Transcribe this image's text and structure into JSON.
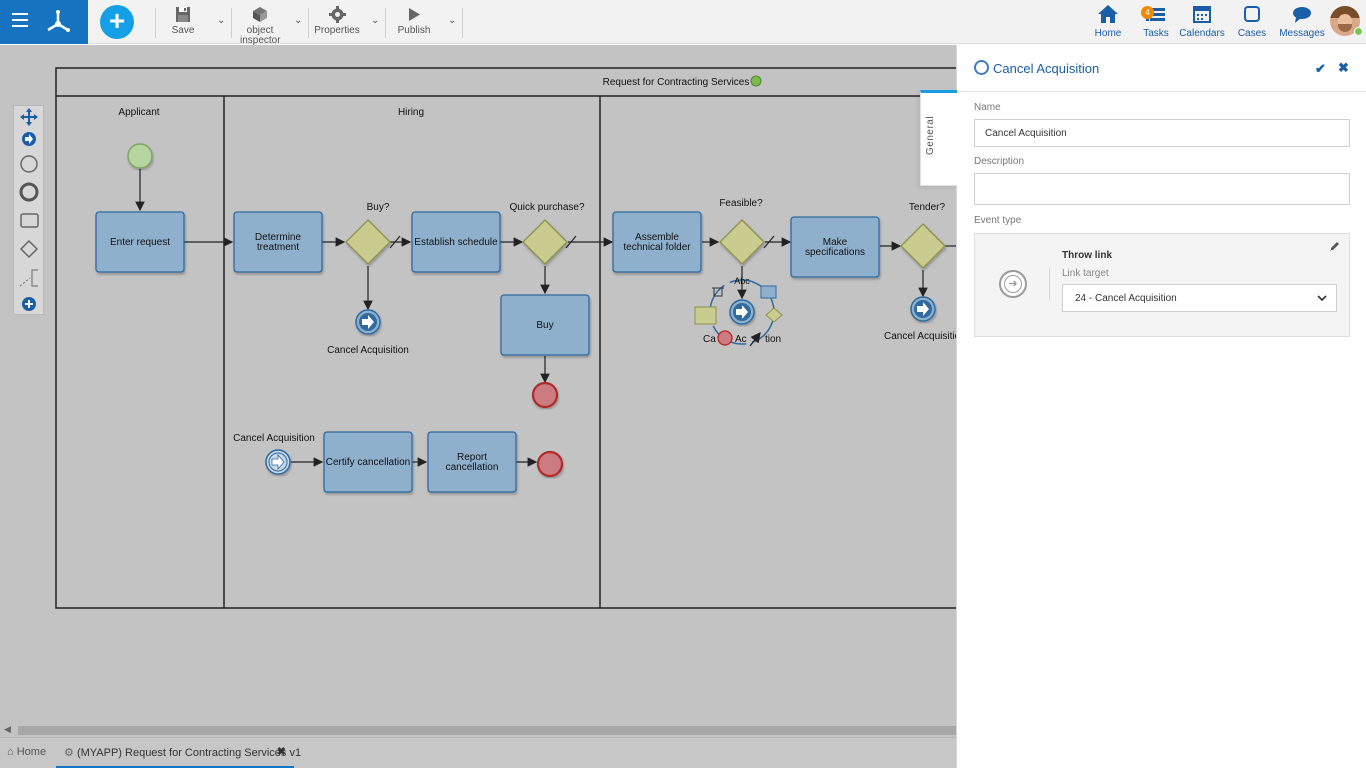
{
  "toolbar": {
    "save_label": "Save",
    "inspector_label_line1": "object",
    "inspector_label_line2": "inspector",
    "properties_label": "Properties",
    "publish_label": "Publish"
  },
  "nav": {
    "home": "Home",
    "tasks": "Tasks",
    "tasks_badge": "4",
    "calendars": "Calendars",
    "cases": "Cases",
    "messages": "Messages"
  },
  "diagram": {
    "pool_title": "Request for Contracting Services",
    "lanes": [
      "Applicant",
      "Hiring"
    ],
    "tasks": {
      "enter_request": "Enter request",
      "determine_l1": "Determine",
      "determine_l2": "treatment",
      "establish": "Establish schedule",
      "buy": "Buy",
      "assemble_l1": "Assemble",
      "assemble_l2": "technical folder",
      "make_l1": "Make",
      "make_l2": "specifications",
      "certify": "Certify cancellation",
      "report_l1": "Report",
      "report_l2": "cancellation"
    },
    "gateways": {
      "buy": "Buy?",
      "quick": "Quick purchase?",
      "feasible": "Feasible?",
      "tender": "Tender?"
    },
    "events": {
      "cancel_1": "Cancel Acquisition",
      "cancel_catch": "Cancel Acquisition",
      "cancel_sel_a": "Ca",
      "cancel_sel_b": "Ac",
      "cancel_sel_c": "tion",
      "cancel_tender": "Cancel Acquisitio",
      "abc": "Abc"
    }
  },
  "tabs": {
    "home": "Home",
    "doc": "(MYAPP) Request for Contracting Services v1"
  },
  "panel": {
    "title": "Cancel Acquisition",
    "side_tab": "General",
    "name_label": "Name",
    "name_value": "Cancel Acquisition",
    "description_label": "Description",
    "description_value": "",
    "event_type_label": "Event type",
    "throw_label": "Throw link",
    "link_target_label": "Link target",
    "link_target_value": "24 - Cancel Acquisition"
  },
  "colors": {
    "brand_blue": "#1573c0",
    "add_button": "#14a0e6",
    "task_fill": "#8fb0cc",
    "gateway_fill": "#c9cc8e",
    "start_fill": "#b7d5a0",
    "end_fill": "#cc7c80",
    "canvas": "#c3c3c3"
  }
}
